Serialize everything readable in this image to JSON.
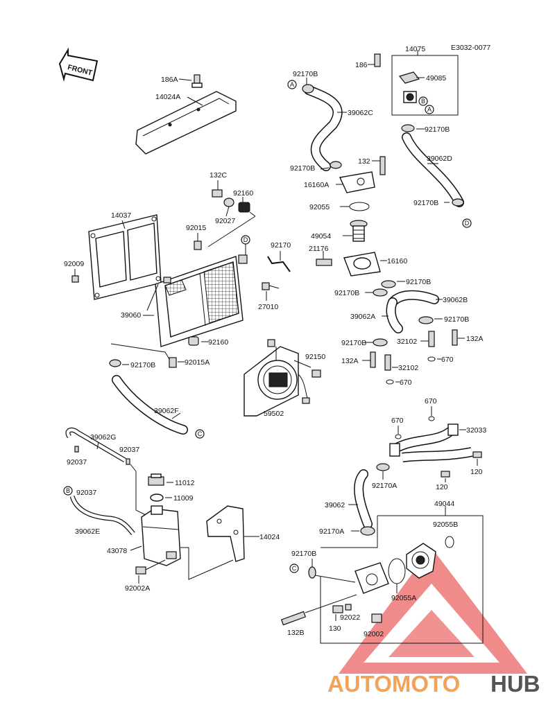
{
  "diagram_code": "E3032-0077",
  "front_label": "FRONT",
  "watermark": {
    "text_part1": "AUTOMOTO",
    "text_part2": "HUB",
    "color1": "#f2a35a",
    "color2": "#555555",
    "triangle_color": "#e84a4a"
  },
  "parts": {
    "p186A": "186A",
    "p14024A": "14024A",
    "p14075": "14075",
    "p186": "186",
    "p49085": "49085",
    "p92170B_a": "92170B",
    "p39062C": "39062C",
    "p92170B_b": "92170B",
    "p39062D": "39062D",
    "p92170B_c": "92170B",
    "p132": "132",
    "p16160A": "16160A",
    "p92170B_d": "92170B",
    "p92055": "92055",
    "p49054": "49054",
    "p21176": "21176",
    "p16160": "16160",
    "p92170B_e": "92170B",
    "p92170B_f": "92170B",
    "p39062B": "39062B",
    "p39062A": "39062A",
    "p92170B_g": "92170B",
    "p92170B_h": "92170B",
    "p32102_a": "32102",
    "p132A_a": "132A",
    "p670_a": "670",
    "p132A_b": "132A",
    "p32102_b": "32102",
    "p670_b": "670",
    "p132C": "132C",
    "p92160_a": "92160",
    "p92027": "92027",
    "p14037": "14037",
    "p92015": "92015",
    "p92170": "92170",
    "p92009": "92009",
    "p27010": "27010",
    "p39060": "39060",
    "p92160_b": "92160",
    "p92150": "92150",
    "p92170B_i": "92170B",
    "p92015A": "92015A",
    "p59502": "59502",
    "p39062F": "39062F",
    "p670_c": "670",
    "p670_d": "670",
    "p32033": "32033",
    "p120_a": "120",
    "p120_b": "120",
    "p39062G": "39062G",
    "p92037_a": "92037",
    "p92037_b": "92037",
    "p11012": "11012",
    "p11009": "11009",
    "p92037_c": "92037",
    "p39062E": "39062E",
    "p43078": "43078",
    "p14024": "14024",
    "p92002A": "92002A",
    "p92170A_a": "92170A",
    "p39062": "39062",
    "p49044": "49044",
    "p92055B": "92055B",
    "p92170A_b": "92170A",
    "p92170B_j": "92170B",
    "p92055A": "92055A",
    "p132B": "132B",
    "p130": "130",
    "p92022": "92022",
    "p92002": "92002"
  },
  "refs": {
    "A": "A",
    "B": "B",
    "C": "C",
    "D": "D"
  }
}
